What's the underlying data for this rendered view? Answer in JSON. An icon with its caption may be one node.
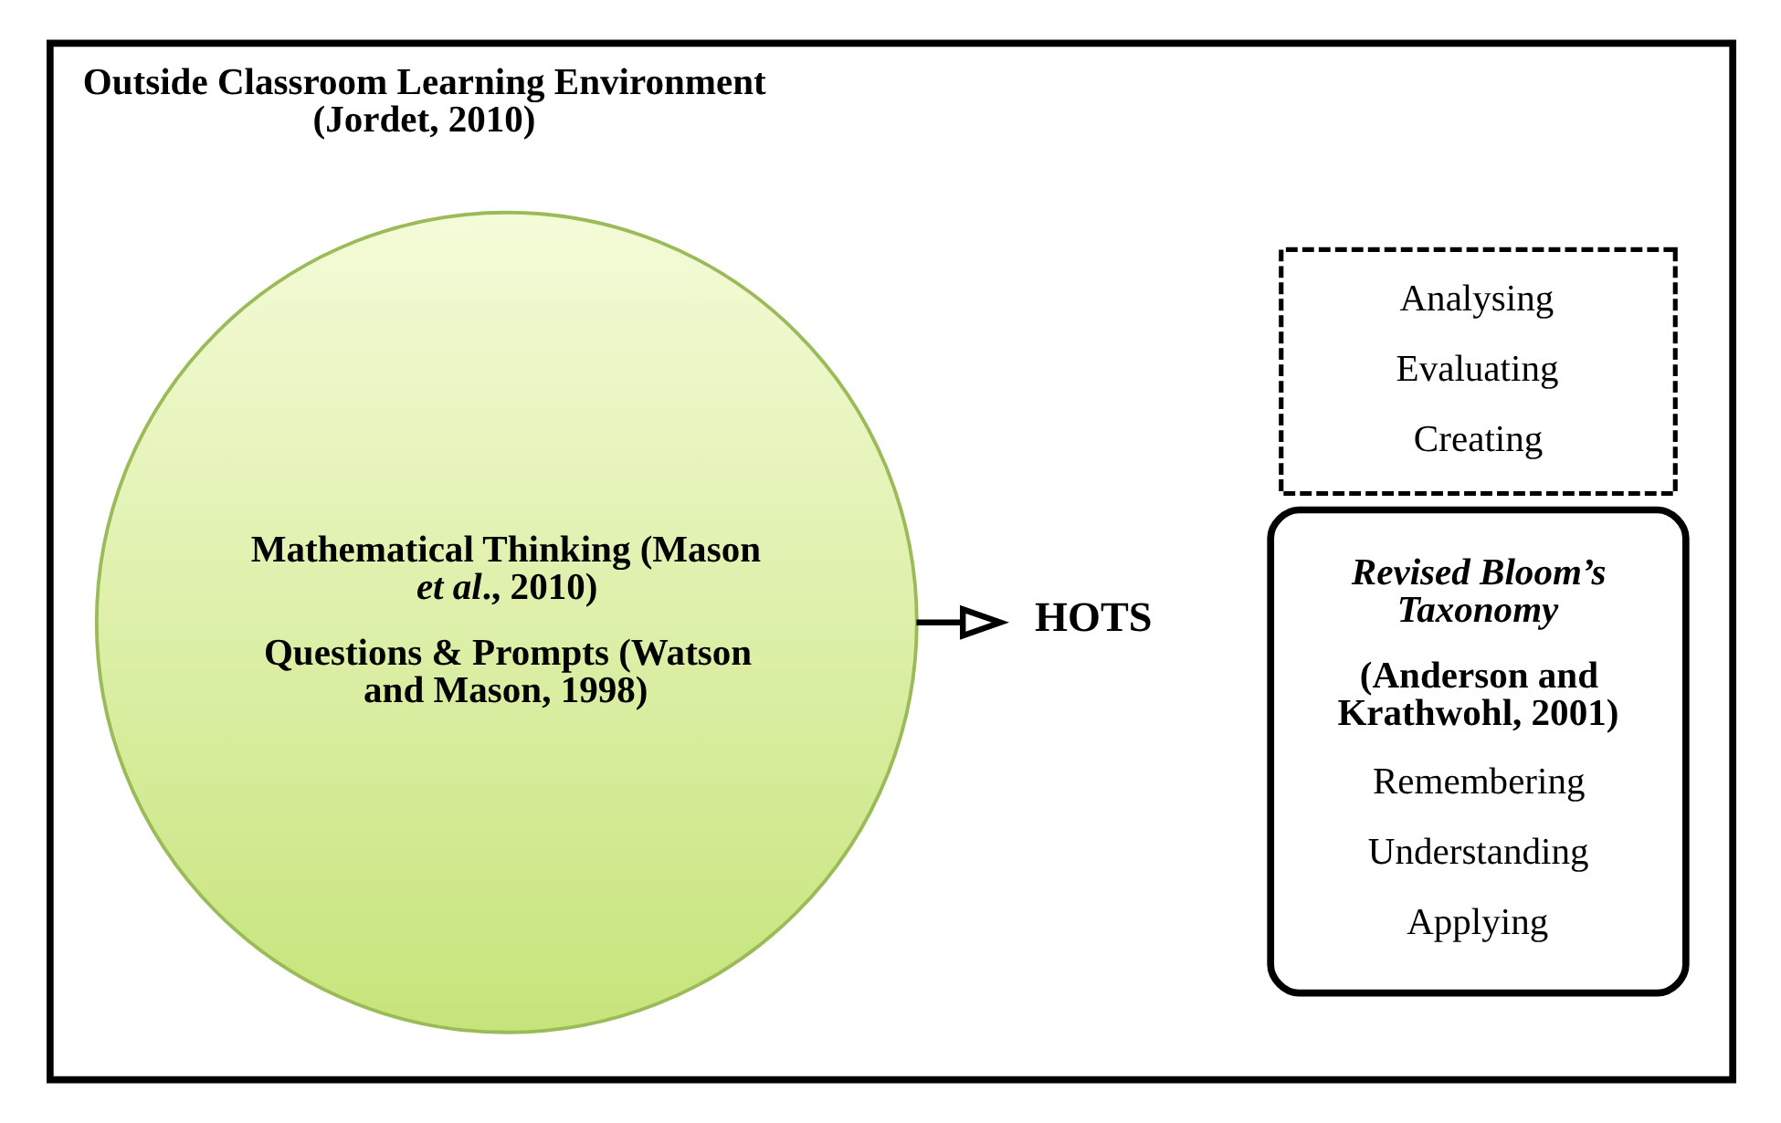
{
  "diagram": {
    "nodes": [
      {
        "text": [
          "Outside Classroom Learning Environment (Jordet, 2010)"
        ]
      },
      {
        "text": [
          "Mathematical Thinking (Mason *et al*., 2010)",
          "Questions & Prompts (Watson and Mason, 1998)"
        ],
        "in": 0
      },
      {
        "text": [
          "HOTS"
        ],
        "in": 0
      },
      {
        "text": [
          "Revised Bloom’s Taxonomy",
          "(Anderson and Krathwohl, 2001)",
          "Remembering",
          "Understanding",
          "Applying"
        ],
        "in": 0
      },
      {
        "text": [
          "Analysing",
          "Evaluating",
          "Creating"
        ],
        "in": 0
      }
    ],
    "edges": [
      {
        "from": 1,
        "to": 2,
        "arrow": "to"
      }
    ]
  }
}
